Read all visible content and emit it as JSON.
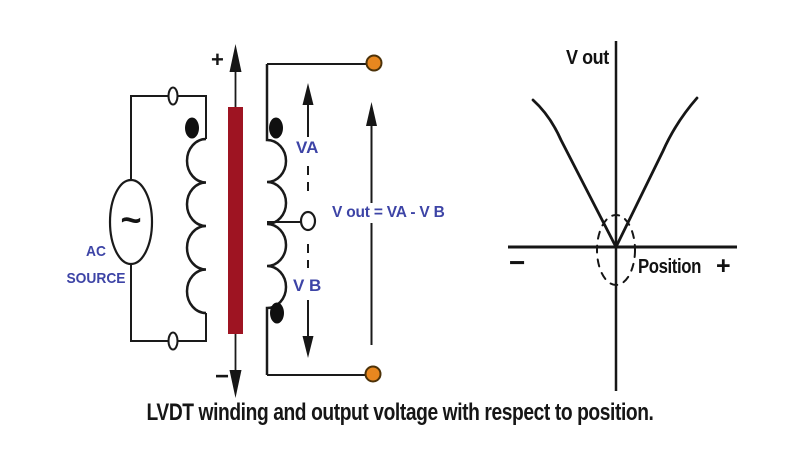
{
  "colors": {
    "core": "#9e1422",
    "blue_label": "#3d44a6",
    "terminal_orange": "#e8871f",
    "line": "#1a1a1a"
  },
  "circuit": {
    "ac_source_line1": "AC",
    "ac_source_line2": "SOURCE",
    "ac_symbol": "~",
    "core_top_sign": "+",
    "core_bottom_sign": "−",
    "va_label": "VA",
    "vb_label": "V B",
    "vout_equation": "V out = VA - V B"
  },
  "graph": {
    "y_axis_label": "V out",
    "x_axis_label": "Position",
    "x_negative_sign": "−",
    "x_positive_sign": "+"
  },
  "caption": "LVDT winding and output voltage with respect to position."
}
